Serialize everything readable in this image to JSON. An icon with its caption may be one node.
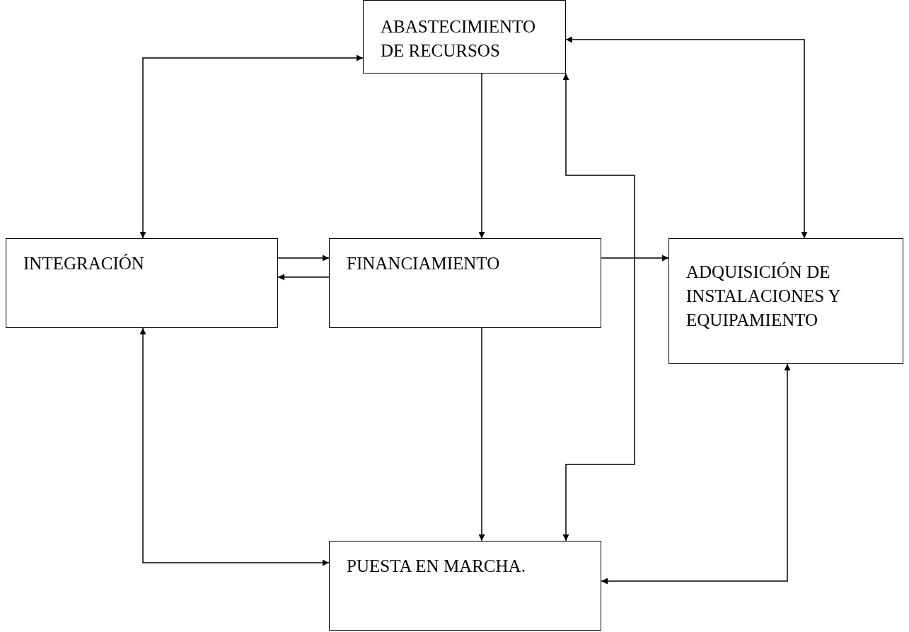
{
  "diagram": {
    "nodes": [
      {
        "text": [
          "ABASTECIMIENTO DE RECURSOS"
        ]
      },
      {
        "text": [
          "INTEGRACIÓN"
        ]
      },
      {
        "text": [
          "FINANCIAMIENTO"
        ]
      },
      {
        "text": [
          "ADQUISICIÓN DE INSTALACIONES Y EQUIPAMIENTO"
        ]
      },
      {
        "text": [
          "PUESTA EN MARCHA."
        ]
      }
    ],
    "edges": [
      {
        "from": 0,
        "to": 1,
        "arrow": "both"
      },
      {
        "from": 0,
        "to": 3,
        "arrow": "both"
      },
      {
        "from": 0,
        "to": 2,
        "arrow": "to"
      },
      {
        "from": 1,
        "to": 2,
        "arrow": "to"
      },
      {
        "from": 2,
        "to": 1,
        "arrow": "to"
      },
      {
        "from": 2,
        "to": 3,
        "arrow": "to"
      },
      {
        "from": 2,
        "to": 4,
        "arrow": "to"
      },
      {
        "from": 4,
        "to": 0,
        "arrow": "both"
      },
      {
        "from": 1,
        "to": 4,
        "arrow": "both"
      },
      {
        "from": 3,
        "to": 4,
        "arrow": "both"
      }
    ]
  }
}
